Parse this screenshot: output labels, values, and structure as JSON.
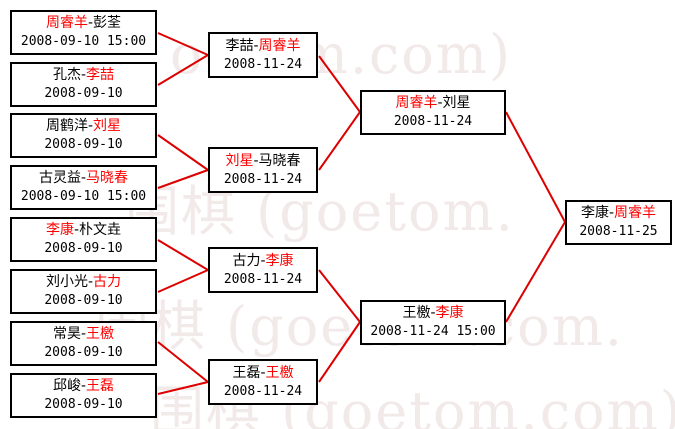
{
  "watermark": {
    "rows": [
      "oetom.com)",
      "围棋 (goetom.",
      "围棋 (goetom.com.",
      "围棋 (goetom.com)"
    ]
  },
  "colors": {
    "winner": "#ff0000",
    "connector": "#dd0000",
    "box_border": "#000000",
    "background": "#ffffff"
  },
  "bracket": {
    "rounds": [
      {
        "name": "round-1",
        "matches": [
          {
            "id": "r1m1",
            "p1": "周睿羊",
            "sep": "-",
            "p2": "彭荃",
            "winner": "p1",
            "date": "2008-09-10 15:00"
          },
          {
            "id": "r1m2",
            "p1": "孔杰",
            "sep": "-",
            "p2": "李喆",
            "winner": "p2",
            "date": "2008-09-10"
          },
          {
            "id": "r1m3",
            "p1": "周鹤洋",
            "sep": "-",
            "p2": "刘星",
            "winner": "p2",
            "date": "2008-09-10"
          },
          {
            "id": "r1m4",
            "p1": "古灵益",
            "sep": "-",
            "p2": "马晓春",
            "winner": "p2",
            "date": "2008-09-10 15:00"
          },
          {
            "id": "r1m5",
            "p1": "李康",
            "sep": "-",
            "p2": "朴文垚",
            "winner": "p1",
            "date": "2008-09-10"
          },
          {
            "id": "r1m6",
            "p1": "刘小光",
            "sep": "-",
            "p2": "古力",
            "winner": "p2",
            "date": "2008-09-10"
          },
          {
            "id": "r1m7",
            "p1": "常昊",
            "sep": "-",
            "p2": "王檄",
            "winner": "p2",
            "date": "2008-09-10"
          },
          {
            "id": "r1m8",
            "p1": "邱峻",
            "sep": "-",
            "p2": "王磊",
            "winner": "p2",
            "date": "2008-09-10"
          }
        ]
      },
      {
        "name": "round-2",
        "matches": [
          {
            "id": "r2m1",
            "p1": "李喆",
            "sep": "-",
            "p2": "周睿羊",
            "winner": "p2",
            "date": "2008-11-24"
          },
          {
            "id": "r2m2",
            "p1": "刘星",
            "sep": "-",
            "p2": "马晓春",
            "winner": "p1",
            "date": "2008-11-24"
          },
          {
            "id": "r2m3",
            "p1": "古力",
            "sep": "-",
            "p2": "李康",
            "winner": "p2",
            "date": "2008-11-24"
          },
          {
            "id": "r2m4",
            "p1": "王磊",
            "sep": "-",
            "p2": "王檄",
            "winner": "p2",
            "date": "2008-11-24"
          }
        ]
      },
      {
        "name": "semifinal",
        "matches": [
          {
            "id": "r3m1",
            "p1": "周睿羊",
            "sep": "-",
            "p2": "刘星",
            "winner": "p1",
            "date": "2008-11-24"
          },
          {
            "id": "r3m2",
            "p1": "王檄",
            "sep": "-",
            "p2": "李康",
            "winner": "p2",
            "date": "2008-11-24 15:00"
          }
        ]
      },
      {
        "name": "final",
        "matches": [
          {
            "id": "r4m1",
            "p1": "李康",
            "sep": "-",
            "p2": "周睿羊",
            "winner": "p2",
            "date": "2008-11-25"
          }
        ]
      }
    ]
  }
}
